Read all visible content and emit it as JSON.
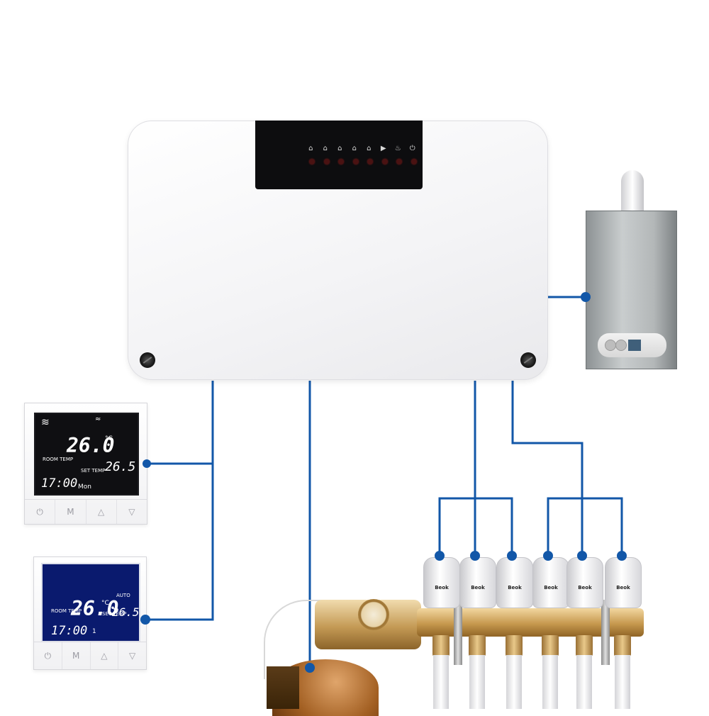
{
  "colors": {
    "connector": "#1257a8",
    "hub_panel": "#0d0d0f",
    "led_off": "#4a1212",
    "lcd_black": "#0f0f12",
    "lcd_blue": "#0a1a6e",
    "brass": "#c6984e"
  },
  "controller": {
    "indicator_icons": [
      "home-icon",
      "home-icon",
      "home-icon",
      "home-icon",
      "home-icon",
      "pump-icon",
      "flame-icon",
      "power-icon"
    ],
    "indicator_glyphs": [
      "⌂",
      "⌂",
      "⌂",
      "⌂",
      "⌂",
      "▶",
      "♨",
      "⏻"
    ]
  },
  "thermostat_1": {
    "heat_glyph": "≋",
    "wifi_glyph": "≈",
    "room_temp_label": "ROOM TEMP",
    "room_temp": "26.0",
    "unit": "°C",
    "set_temp_label": "SET TEMP",
    "set_temp": "26.5",
    "time": "17:00",
    "day": "Mon",
    "buttons": [
      "⏻",
      "M",
      "△",
      "▽"
    ]
  },
  "thermostat_2": {
    "room_temp_label": "ROOM TEMP",
    "room_temp": "26.0",
    "unit": "°C",
    "set_temp_label": "SET TEMP",
    "set_temp": "26.5",
    "auto_label": "AUTO",
    "time": "17:00",
    "day": "1",
    "buttons": [
      "⏻",
      "M",
      "△",
      "▽"
    ]
  },
  "actuators": [
    {
      "brand": "Beok"
    },
    {
      "brand": "Beok"
    },
    {
      "brand": "Beok"
    },
    {
      "brand": "Beok"
    },
    {
      "brand": "Beok"
    },
    {
      "brand": "Beok"
    }
  ]
}
